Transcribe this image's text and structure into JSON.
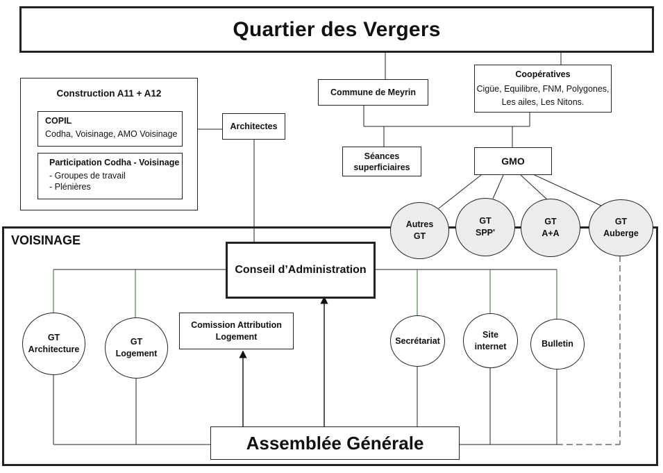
{
  "title": "Quartier des Vergers",
  "construction": {
    "title": "Construction A11 + A12",
    "copil": {
      "title": "COPIL",
      "members": "Codha, Voisinage, AMO Voisinage"
    },
    "participation": {
      "title": "Participation Codha - Voisinage",
      "items": "- Groupes de travail\n- Plénières"
    }
  },
  "architectes": "Architectes",
  "commune": "Commune de Meyrin",
  "cooperatives": {
    "title": "Coopératives",
    "list": "Cigüe, Equilibre, FNM, Polygones,\nLes ailes, Les Nitons."
  },
  "seances": "Séances\nsuperficiaires",
  "gmo": "GMO",
  "gmo_groups": [
    "Autres\nGT",
    "GT\nSPP'",
    "GT\nA+A",
    "GT\nAuberge"
  ],
  "voisinage": {
    "label": "VOISINAGE",
    "conseil": "Conseil d’Administration",
    "assemblee": "Assemblée Générale",
    "commission": "Comission Attribution\nLogement",
    "gt_architecture": "GT\nArchitecture",
    "gt_logement": "GT\nLogement",
    "secretariat": "Secrétariat",
    "site_internet": "Site\ninternet",
    "bulletin": "Bulletin"
  }
}
